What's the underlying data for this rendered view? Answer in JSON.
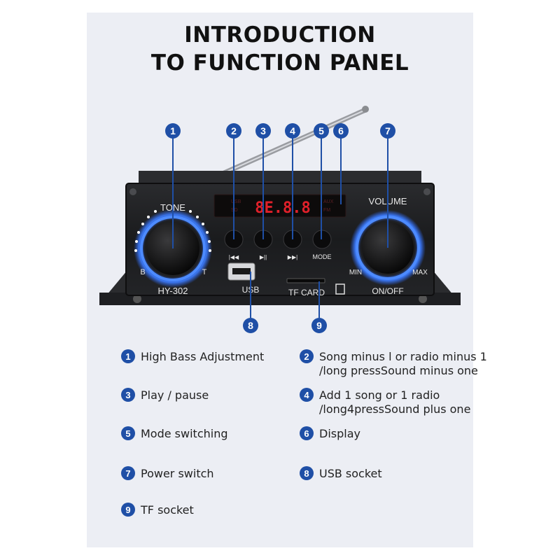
{
  "title_lines": [
    "INTRODUCTION",
    "TO FUNCTION PANEL"
  ],
  "colors": {
    "callout_blue": "#1f4fa6",
    "led_red": "#e0202a",
    "knob_glow": "#2f6bff",
    "panel": "#1b1c1e",
    "background": "#eceef4"
  },
  "panel": {
    "tone_label": "TONE",
    "bass_mark": "B",
    "treble_mark": "T",
    "model": "HY-302",
    "volume_label": "VOLUME",
    "min_label": "MIN",
    "max_label": "MAX",
    "onoff_label": "ON/OFF",
    "usb_label": "USB",
    "tf_label": "TF CARD",
    "mode_label": "MODE",
    "display_digits": "8E.8.8",
    "display_left_top": "USB",
    "display_left_bottom": "SD",
    "display_right_top": "AUX",
    "display_right_bottom": "FM",
    "buttons": [
      {
        "icon": "previous-icon",
        "glyph": "|◀◀"
      },
      {
        "icon": "play-pause-icon",
        "glyph": "▶||"
      },
      {
        "icon": "next-icon",
        "glyph": "▶▶|"
      },
      {
        "icon": "mode-icon",
        "glyph": ""
      }
    ]
  },
  "callouts": [
    "1",
    "2",
    "3",
    "4",
    "5",
    "6",
    "7",
    "8",
    "9"
  ],
  "legend": [
    {
      "num": "1",
      "lines": [
        "High Bass Adjustment"
      ]
    },
    {
      "num": "2",
      "lines": [
        "Song minus l or radio minus 1",
        "/long pressSound minus one"
      ]
    },
    {
      "num": "3",
      "lines": [
        "Play / pause"
      ]
    },
    {
      "num": "4",
      "lines": [
        "Add 1 song or 1 radio",
        "/long4pressSound plus one"
      ]
    },
    {
      "num": "5",
      "lines": [
        "Mode switching"
      ]
    },
    {
      "num": "6",
      "lines": [
        "Display"
      ]
    },
    {
      "num": "7",
      "lines": [
        "Power switch"
      ]
    },
    {
      "num": "8",
      "lines": [
        "USB socket"
      ]
    },
    {
      "num": "9",
      "lines": [
        "TF socket"
      ]
    }
  ]
}
